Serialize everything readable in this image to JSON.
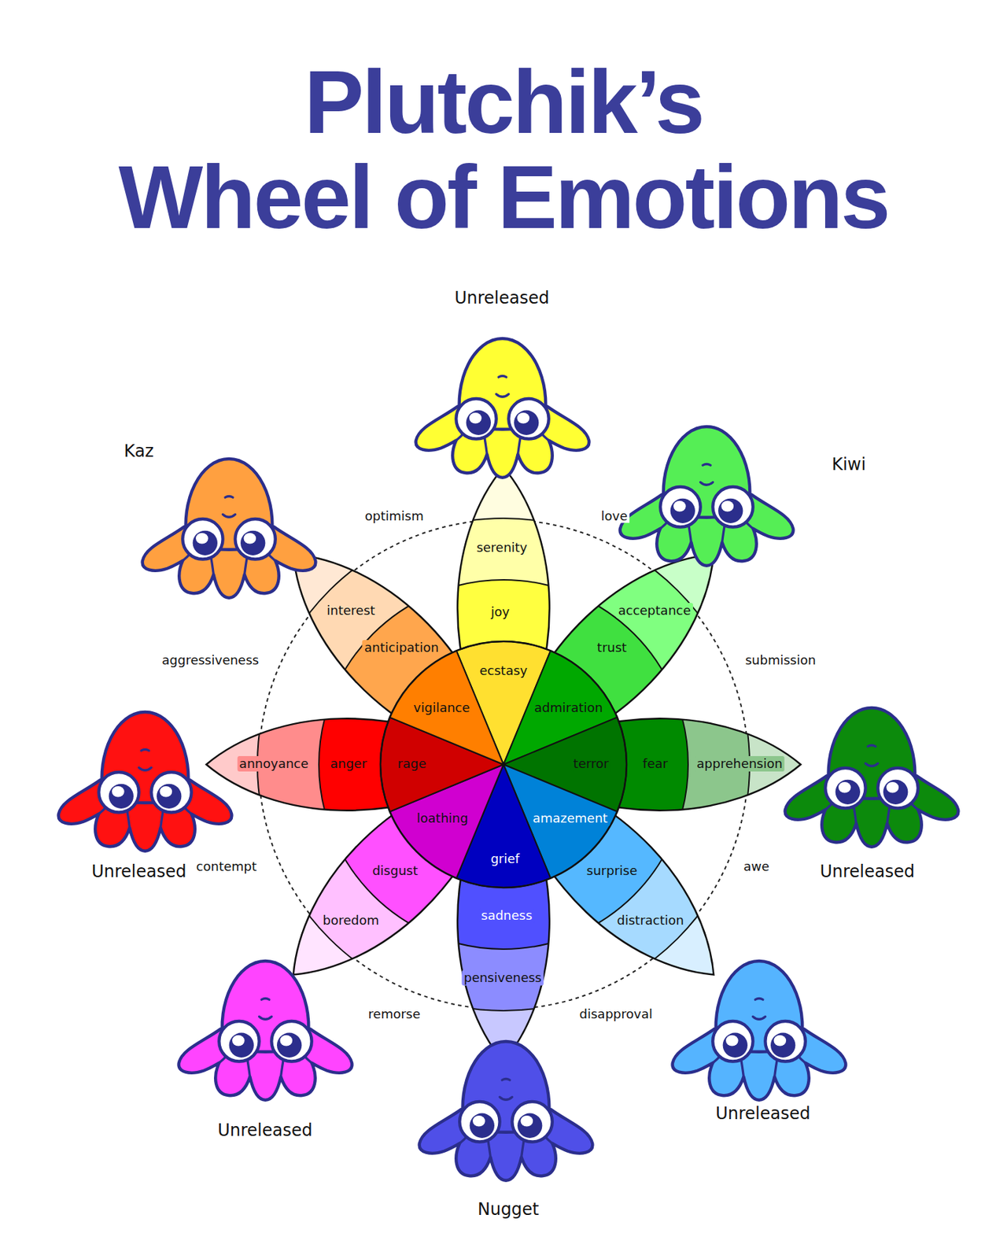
{
  "diagram": {
    "title": "Plutchik’s Wheel of Emotions",
    "nodes": [
      {
        "text": [
          "serenity"
        ]
      },
      {
        "text": [
          "joy"
        ]
      },
      {
        "text": [
          "ecstasy"
        ]
      },
      {
        "text": [
          "acceptance"
        ]
      },
      {
        "text": [
          "trust"
        ]
      },
      {
        "text": [
          "admiration"
        ]
      },
      {
        "text": [
          "apprehension"
        ]
      },
      {
        "text": [
          "fear"
        ]
      },
      {
        "text": [
          "terror"
        ]
      },
      {
        "text": [
          "distraction"
        ]
      },
      {
        "text": [
          "surprise"
        ]
      },
      {
        "text": [
          "amazement"
        ]
      },
      {
        "text": [
          "pensiveness"
        ]
      },
      {
        "text": [
          "sadness"
        ]
      },
      {
        "text": [
          "grief"
        ]
      },
      {
        "text": [
          "boredom"
        ]
      },
      {
        "text": [
          "disgust"
        ]
      },
      {
        "text": [
          "loathing"
        ]
      },
      {
        "text": [
          "annoyance"
        ]
      },
      {
        "text": [
          "anger"
        ]
      },
      {
        "text": [
          "rage"
        ]
      },
      {
        "text": [
          "interest"
        ]
      },
      {
        "text": [
          "anticipation"
        ]
      },
      {
        "text": [
          "vigilance"
        ]
      }
    ],
    "labels": [
      "Unreleased",
      "Kaz",
      "Kiwi",
      "optimism",
      "love",
      "aggressiveness",
      "submission",
      "Unreleased",
      "contempt",
      "awe",
      "Unreleased",
      "remorse",
      "disapproval",
      "Unreleased",
      "Unreleased",
      "Nugget"
    ]
  }
}
